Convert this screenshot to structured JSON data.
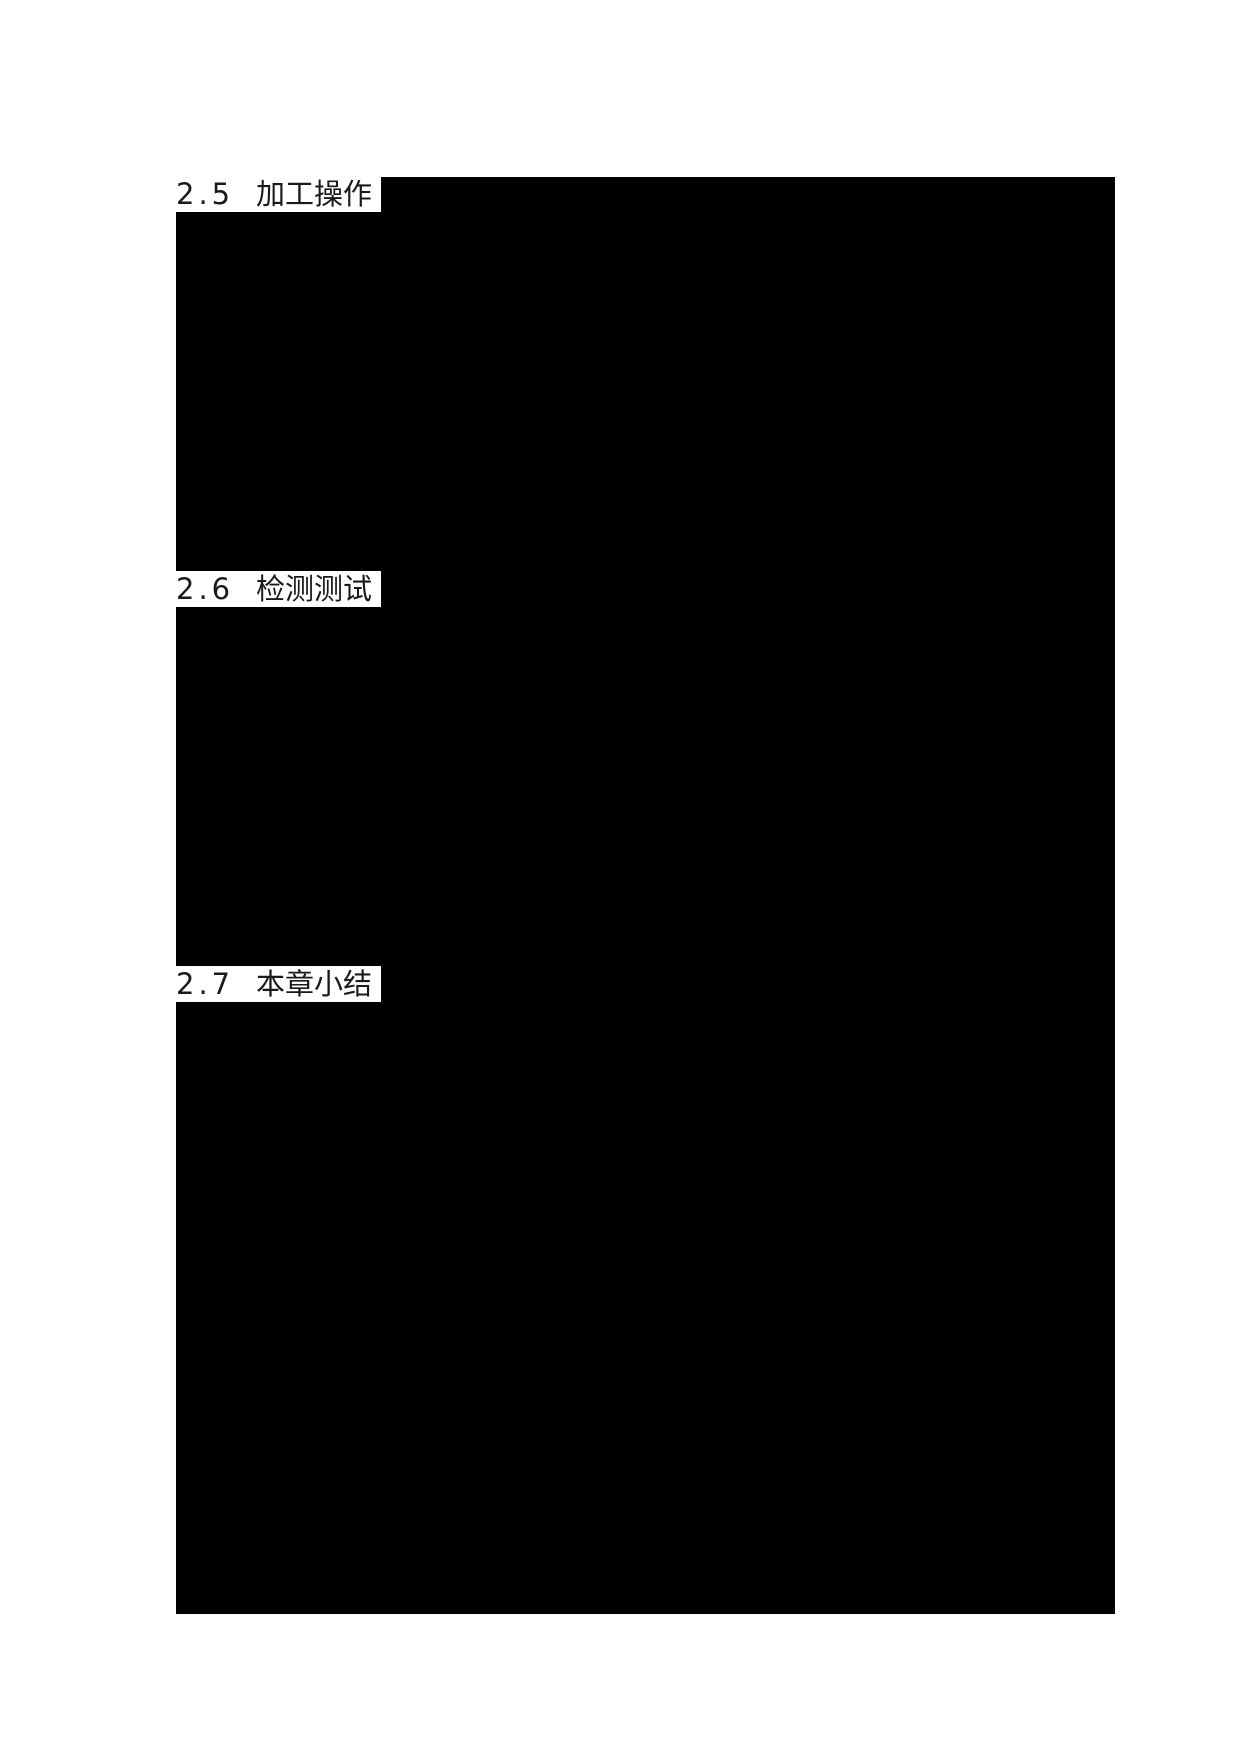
{
  "document": {
    "sections": [
      {
        "number": "2.5",
        "title": "加工操作"
      },
      {
        "number": "2.6",
        "title": "检测测试"
      },
      {
        "number": "2.7",
        "title": "本章小结"
      }
    ],
    "body_content": "redacted",
    "colors": {
      "redaction": "#000000",
      "background": "#ffffff",
      "text": "#1a1a1a"
    }
  }
}
